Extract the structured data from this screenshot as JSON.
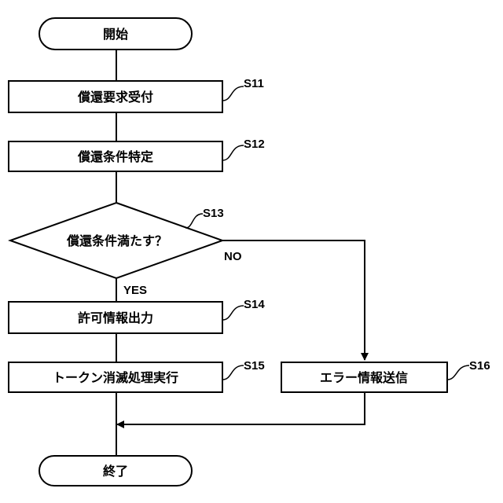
{
  "flowchart": {
    "start": "開始",
    "s11": {
      "label": "償還要求受付",
      "step": "S11"
    },
    "s12": {
      "label": "償還条件特定",
      "step": "S12"
    },
    "s13": {
      "label": "償還条件満たす？",
      "step": "S13",
      "yes": "YES",
      "no": "NO"
    },
    "s14": {
      "label": "許可情報出力",
      "step": "S14"
    },
    "s15": {
      "label": "トークン消滅処理実行",
      "step": "S15"
    },
    "s16": {
      "label": "エラー情報送信",
      "step": "S16"
    },
    "end": "終了"
  }
}
